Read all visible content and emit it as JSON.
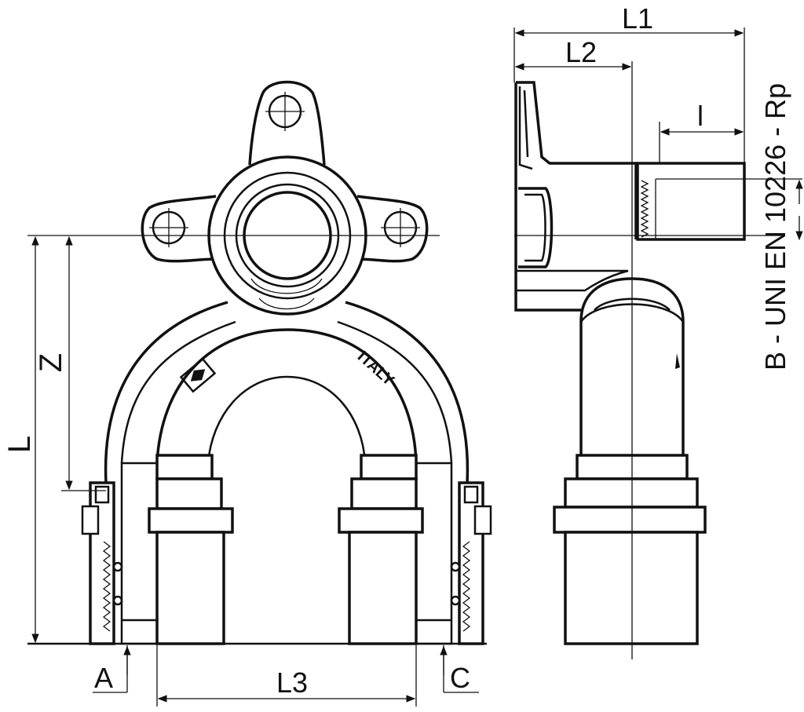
{
  "labels": {
    "L": "L",
    "Z": "Z",
    "A": "A",
    "C": "C",
    "L3": "L3",
    "L1": "L1",
    "L2": "L2",
    "l": "l",
    "thread_spec": "B - UNI EN 10226 - Rp",
    "body_mark": "ITALY"
  }
}
